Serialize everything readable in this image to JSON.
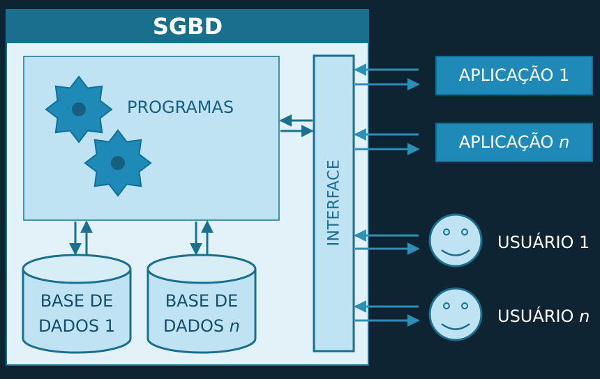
{
  "title": "SGBD",
  "programs_label": "PROGRAMAS",
  "databases": [
    {
      "line1": "BASE DE",
      "line2_base": "DADOS 1",
      "line2_italic": ""
    },
    {
      "line1": "BASE DE",
      "line2_base": "DADOS ",
      "line2_italic": "n"
    }
  ],
  "interface_label": "INTERFACE",
  "applications": [
    {
      "label_base": "APLICAÇÃO 1",
      "label_italic": ""
    },
    {
      "label_base": "APLICAÇÃO ",
      "label_italic": "n"
    }
  ],
  "users": [
    {
      "label_base": "USUÁRIO 1",
      "label_italic": ""
    },
    {
      "label_base": "USUÁRIO ",
      "label_italic": "n"
    }
  ],
  "colors": {
    "background": "#0f2433",
    "sgbd_header": "#1a6f8f",
    "panel": "#e3f2f8",
    "program_box": "#bfe3f2",
    "accent": "#1f8ab8",
    "arrow": "#1b6f8f"
  }
}
